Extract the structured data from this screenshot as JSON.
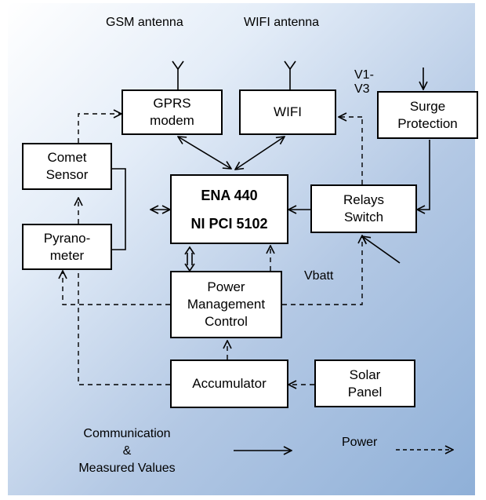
{
  "labels": {
    "gsm_antenna": "GSM antenna",
    "wifi_antenna": "WIFI antenna",
    "v1_v3_line1": "V1-",
    "v1_v3_line2": "V3",
    "vbatt": "Vbatt"
  },
  "blocks": {
    "gprs_modem": [
      "GPRS",
      "modem"
    ],
    "wifi": [
      "WIFI"
    ],
    "surge_protection": [
      "Surge",
      "Protection"
    ],
    "comet_sensor": [
      "Comet",
      "Sensor"
    ],
    "ena": [
      "ENA 440",
      "NI PCI 5102"
    ],
    "relays_switch": [
      "Relays",
      "Switch"
    ],
    "pyranometer": [
      "Pyrano-",
      "meter"
    ],
    "power_management": [
      "Power",
      "Management",
      "Control"
    ],
    "accumulator": [
      "Accumulator"
    ],
    "solar_panel": [
      "Solar",
      "Panel"
    ]
  },
  "legend": {
    "communication_line1": "Communication",
    "communication_line2": "&",
    "communication_line3": "Measured Values",
    "power": "Power"
  },
  "colors": {
    "background_light": "#ffffff",
    "background_dark": "#8fb0d8",
    "block_fill": "#ffffff",
    "stroke": "#000000"
  }
}
